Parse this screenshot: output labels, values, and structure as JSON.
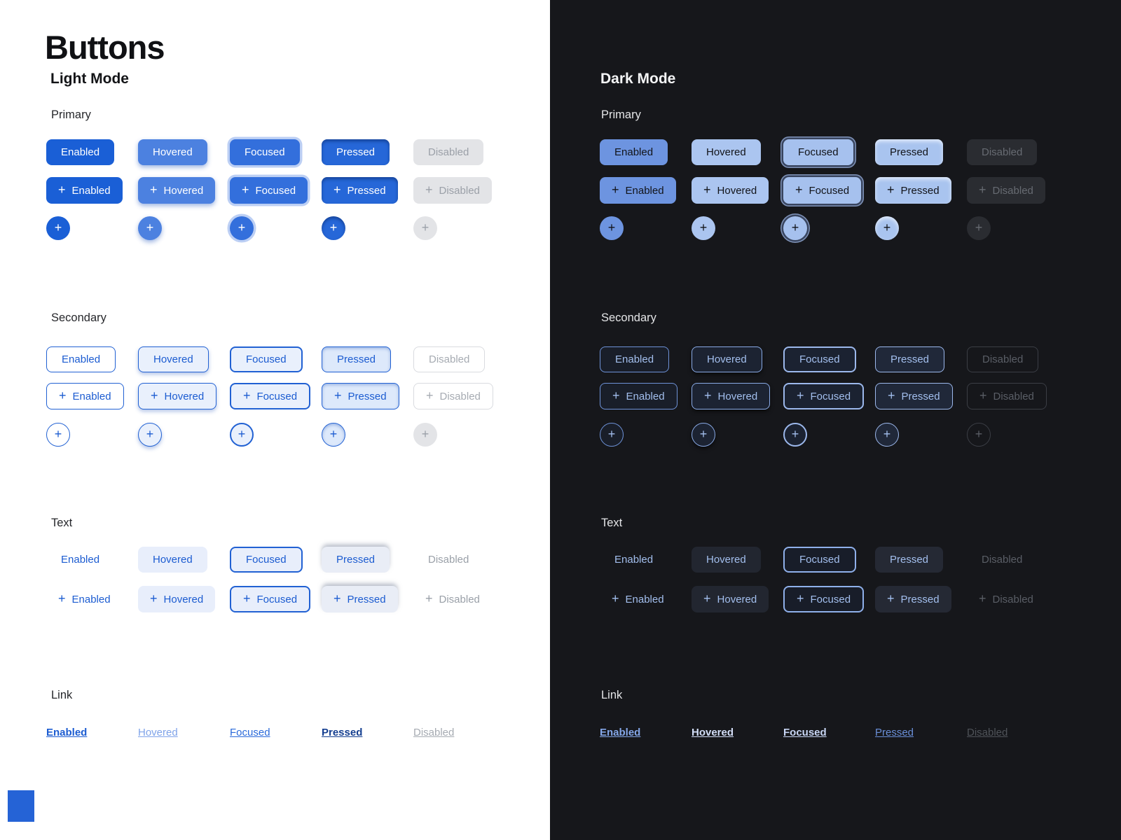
{
  "title": "Buttons",
  "plus_icon": "+",
  "panels": [
    {
      "id": "light",
      "label": "Light Mode"
    },
    {
      "id": "dark",
      "label": "Dark Mode"
    }
  ],
  "states": [
    "Enabled",
    "Hovered",
    "Focused",
    "Pressed",
    "Disabled"
  ],
  "sections": [
    {
      "id": "primary",
      "label": "Primary",
      "variants": [
        "solid",
        "icon",
        "icon-only"
      ]
    },
    {
      "id": "secondary",
      "label": "Secondary",
      "variants": [
        "solid",
        "icon",
        "icon-only"
      ]
    },
    {
      "id": "text",
      "label": "Text",
      "variants": [
        "solid",
        "icon"
      ]
    },
    {
      "id": "link",
      "label": "Link",
      "variants": [
        "link"
      ]
    }
  ],
  "colors": {
    "light_background": "#ffffff",
    "dark_background": "#16171b",
    "primary_blue_light": "#1a5fd6",
    "primary_blue_dark": "#6d94e0",
    "focus_ring_light": "#bccff4",
    "disabled_gray_light": "#e3e4e7",
    "disabled_gray_dark": "#2a2c31",
    "swatch": "#2563d6"
  }
}
